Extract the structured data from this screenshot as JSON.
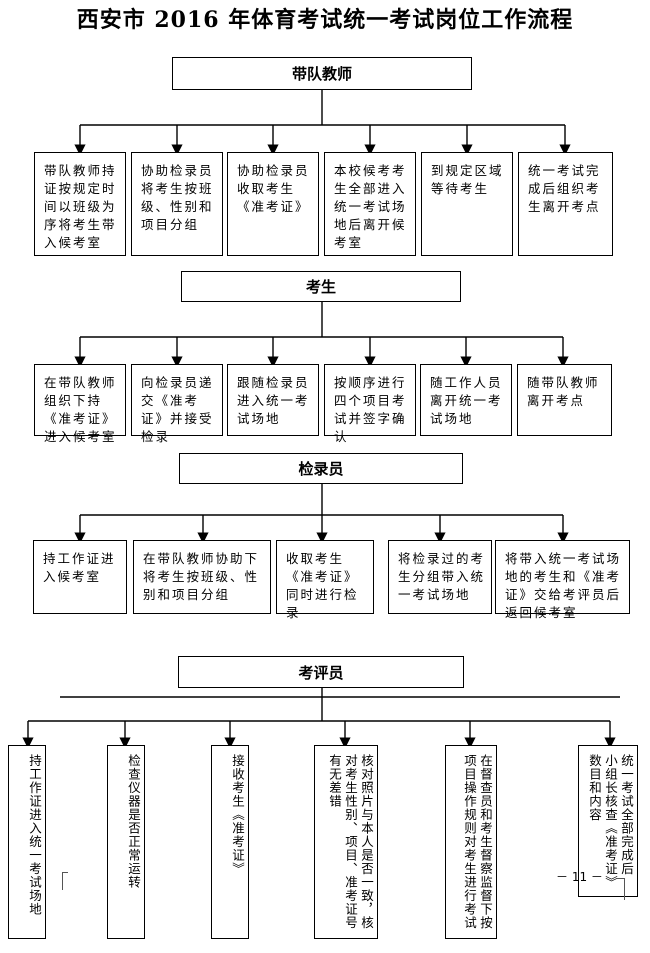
{
  "title": "西安市 2016 年体育考试统一考试岗位工作流程",
  "sections": [
    {
      "heading": "带队教师",
      "steps": [
        "带队教师持证按规定时间以班级为序将考生带入候考室",
        "协助检录员将考生按班级、性别和项目分组",
        "协助检录员收取考生《准考证》",
        "本校候考考生全部进入统一考试场地后离开候考室",
        "到规定区域等待考生",
        "统一考试完成后组织考生离开考点"
      ]
    },
    {
      "heading": "考生",
      "steps": [
        "在带队教师组织下持《准考证》进入候考室",
        "向检录员递交《准考证》并接受检录",
        "跟随检录员进入统一考试场地",
        "按顺序进行四个项目考试并签字确认",
        "随工作人员离开统一考试场地",
        "随带队教师离开考点"
      ]
    },
    {
      "heading": "检录员",
      "steps": [
        "持工作证进入候考室",
        "在带队教师协助下将考生按班级、性别和项目分组",
        "收取考生《准考证》同时进行检录",
        "将检录过的考生分组带入统一考试场地",
        "将带入统一考试场地的考生和《准考证》交给考评员后返回候考室"
      ]
    },
    {
      "heading": "考评员",
      "steps": [
        "持工作证进入统一考试场地",
        "检查仪器是否正常运转",
        "接收考生《准考证》",
        "核对照片与本人是否一致，核对考生性别、项目、准考证号有无差错",
        "在督查员和考生督察监督下按项目操作规则对考生进行考试",
        "统一考试全部完成后小组长核查《准考证》数目和内容"
      ]
    }
  ],
  "page_number": "－ 11 －"
}
